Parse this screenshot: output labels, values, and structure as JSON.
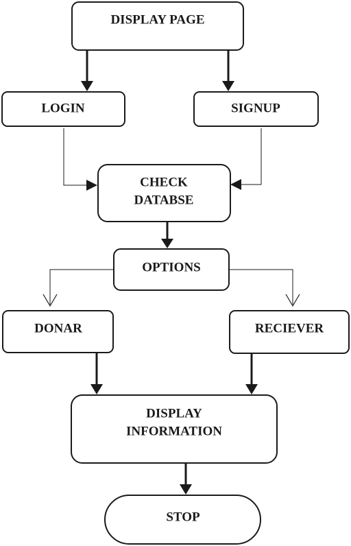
{
  "nodes": {
    "display_page": "DISPLAY PAGE",
    "login": "LOGIN",
    "signup": "SIGNUP",
    "check_database": [
      "CHECK",
      "DATABSE"
    ],
    "options": "OPTIONS",
    "donar": "DONAR",
    "reciever": "RECIEVER",
    "display_information": [
      "DISPLAY",
      "INFORMATION"
    ],
    "stop": "STOP"
  }
}
